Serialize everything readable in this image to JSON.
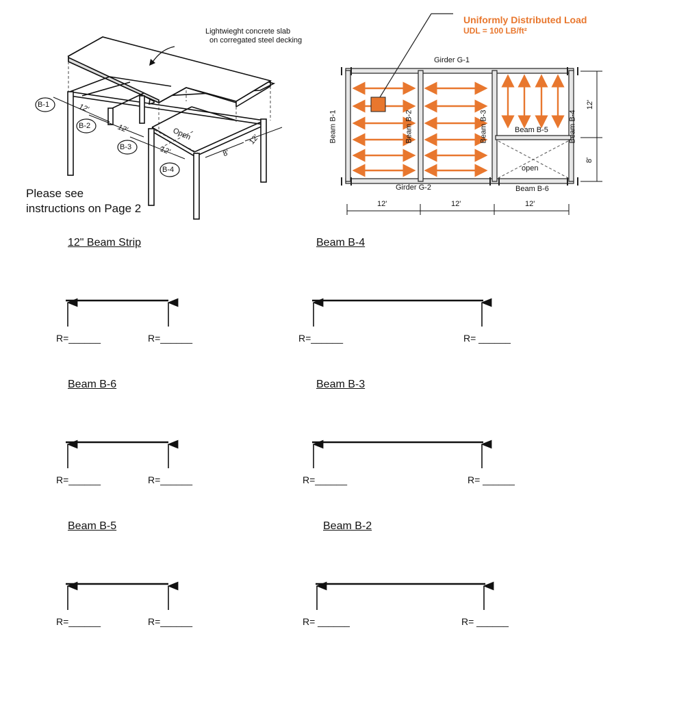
{
  "iso": {
    "slab_note_line1": "Lightwieght concrete slab",
    "slab_note_line2": "on corregated steel decking",
    "dims": [
      "12'",
      "12'",
      "12'",
      "8'",
      "12'"
    ],
    "open_label": "Open",
    "beam_tags": [
      "B-1",
      "B-2",
      "B-3",
      "B-4"
    ]
  },
  "instructions": {
    "line1": "Please see",
    "line2": "instructions on Page 2"
  },
  "plan": {
    "udl_line1": "Uniformly Distributed Load",
    "udl_line2": "UDL = 100 LB/ft²",
    "girder_top": "Girder G-1",
    "girder_bottom": "Girder G-2",
    "beam_labels": [
      "Beam B-1",
      "Beam B-2",
      "Beam B-3",
      "Beam B-4"
    ],
    "beam_b5": "Beam B-5",
    "beam_b6": "Beam B-6",
    "open_label": "open",
    "spans": [
      "12'",
      "12'",
      "12'"
    ],
    "side_dims": [
      "12'",
      "8'"
    ],
    "accent_color": "#E8772E"
  },
  "beams": [
    {
      "title": "12\" Beam Strip",
      "left": "R=______",
      "right": "R=______"
    },
    {
      "title": "Beam B-4",
      "left": "R=______",
      "right": "R= ______"
    },
    {
      "title": "Beam B-6",
      "left": "R=______",
      "right": "R=______"
    },
    {
      "title": "Beam B-3",
      "left": "R=______",
      "right": "R= ______"
    },
    {
      "title": "Beam B-5",
      "left": "R=______",
      "right": "R=______"
    },
    {
      "title": "Beam B-2",
      "left": "R= ______",
      "right": "R= ______"
    }
  ]
}
